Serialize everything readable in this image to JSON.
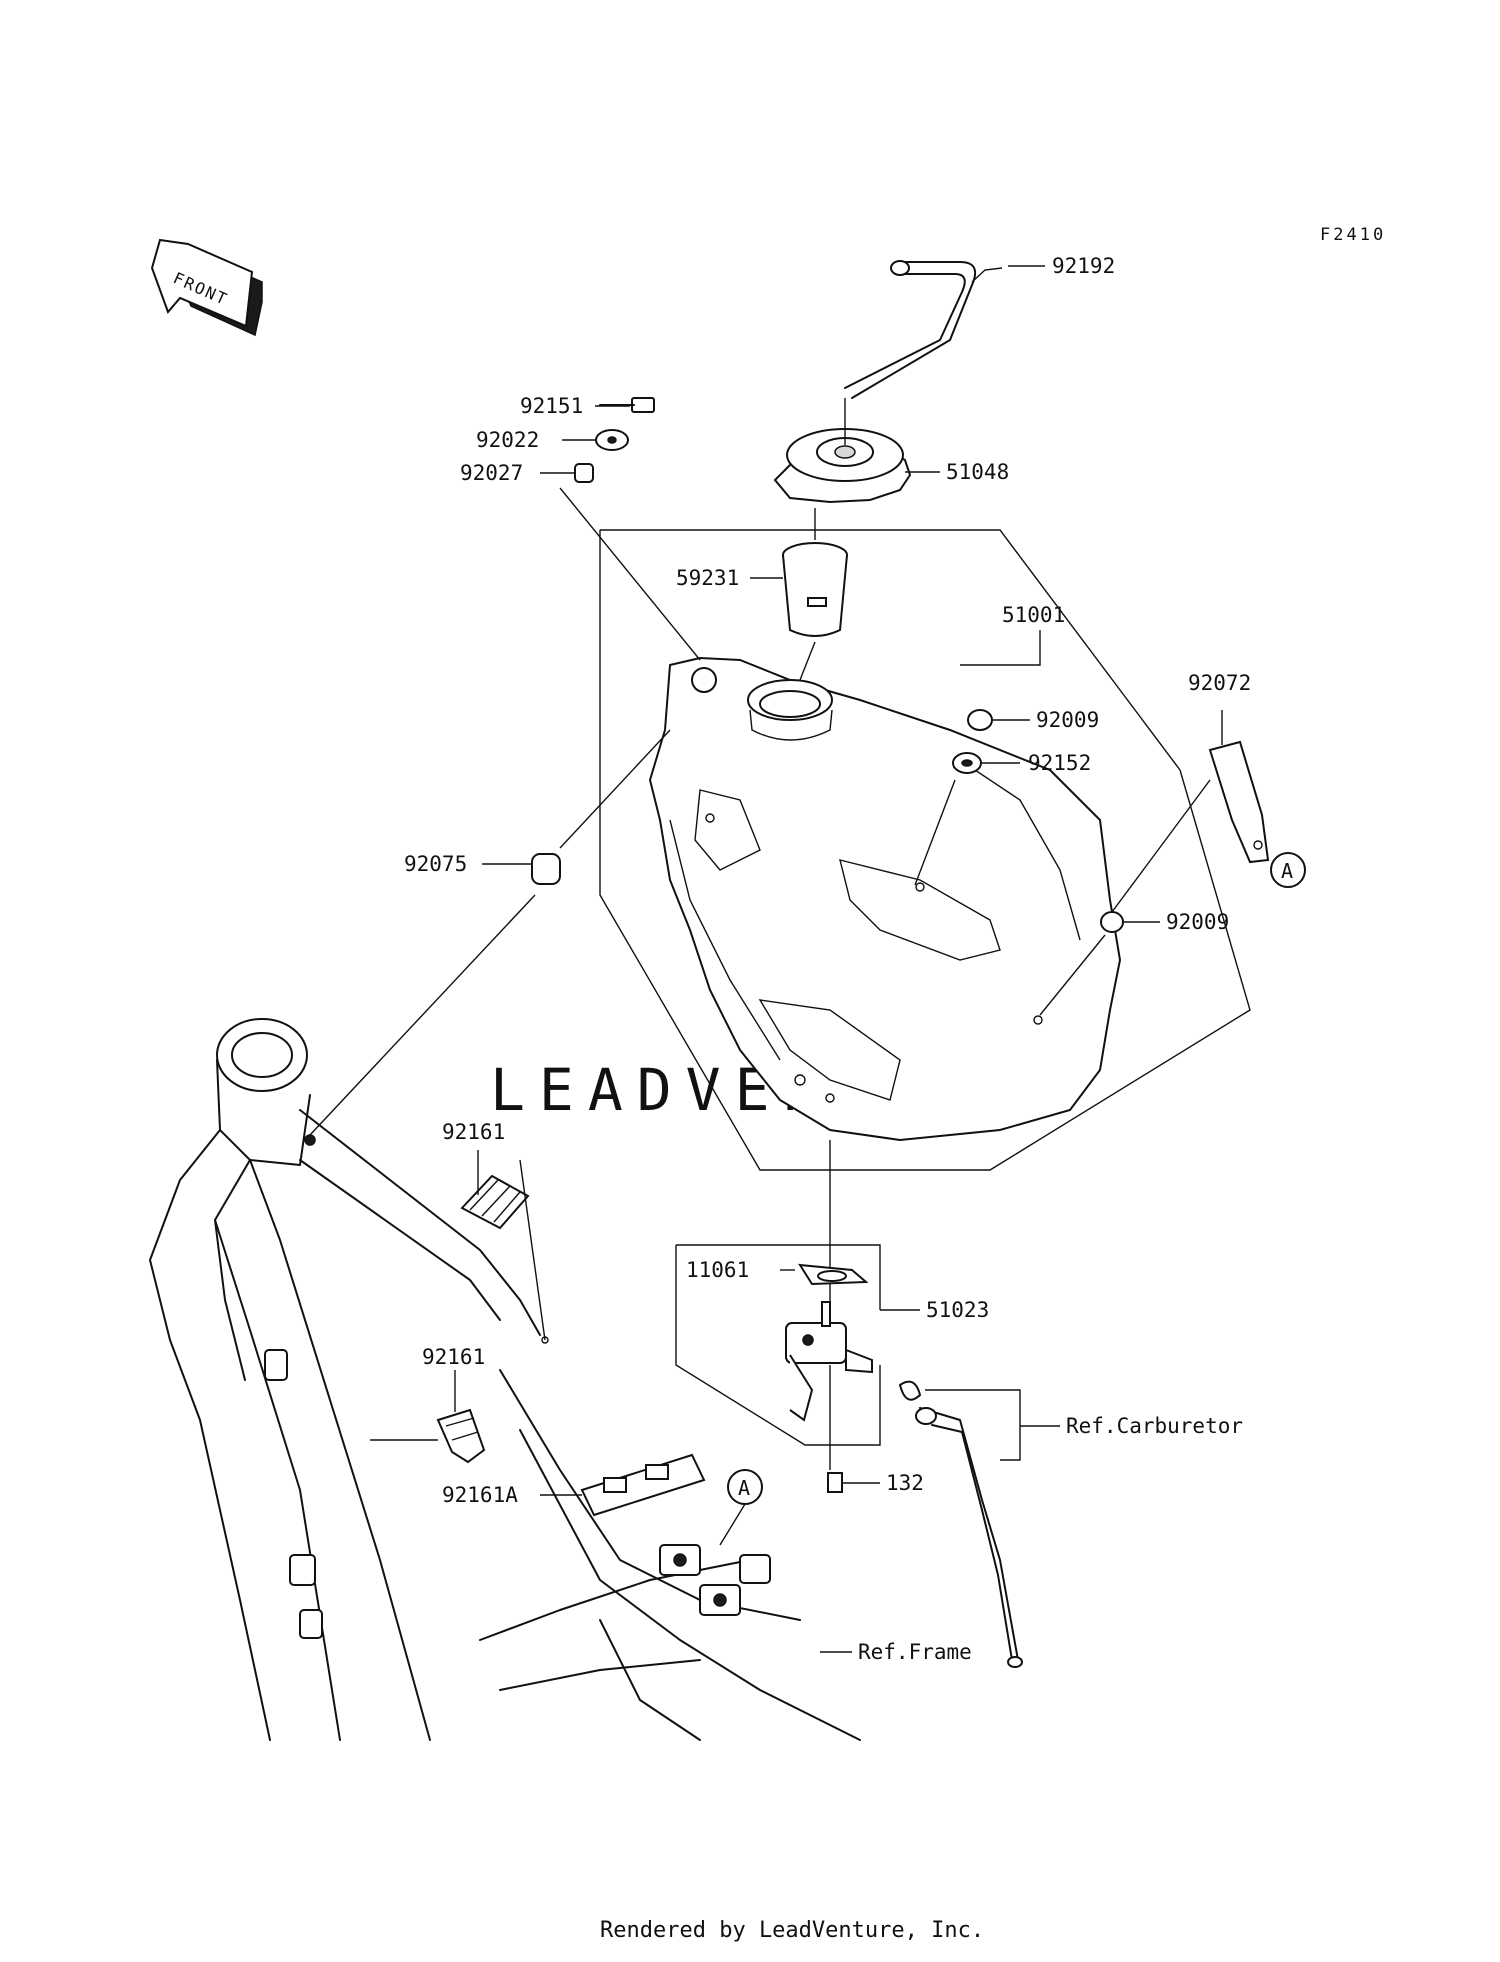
{
  "diagram_code": "F2410",
  "front_indicator": "FRONT",
  "watermark": "LEADVENTURE",
  "footer": "Rendered by LeadVenture, Inc.",
  "callout_A": "A",
  "parts": {
    "p92192": "92192",
    "p92151": "92151",
    "p92022": "92022",
    "p92027": "92027",
    "p51048": "51048",
    "p59231": "59231",
    "p51001": "51001",
    "p92072": "92072",
    "p92009a": "92009",
    "p92152": "92152",
    "p92075": "92075",
    "p92009b": "92009",
    "p92161a": "92161",
    "p11061": "11061",
    "p51023": "51023",
    "p92161b": "92161",
    "ref_carb": "Ref.Carburetor",
    "p92161A": "92161A",
    "p132": "132",
    "ref_frame": "Ref.Frame"
  }
}
